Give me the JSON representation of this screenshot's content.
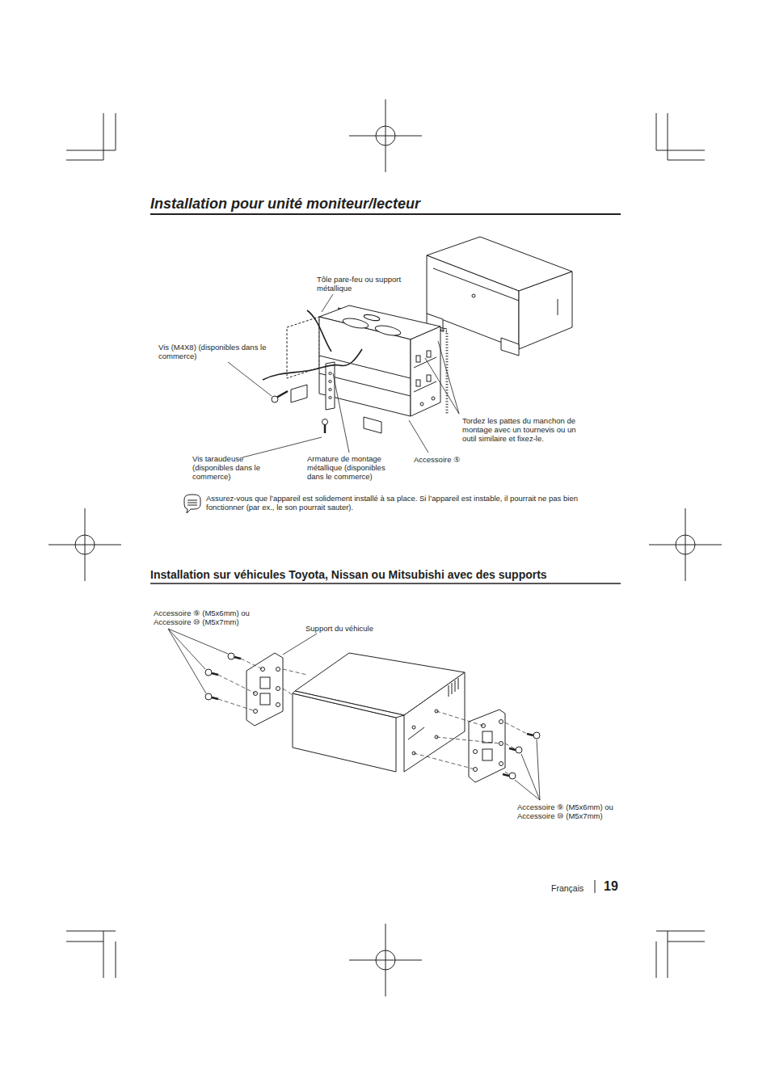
{
  "diagram": {
    "title": "Installation pour unité moniteur/lecteur",
    "labels": [
      "Tôle pare-feu ou support métallique",
      "Vis (M4X8) (disponibles dans le commerce)",
      "Tordez les pattes du manchon de montage avec un tournevis ou un outil similaire et fixez-le.",
      "Vis taraudeuse (disponibles dans le commerce)",
      "Armature de montage métallique (disponibles dans le commerce)",
      "Accessoire ⑤",
      "Assurez-vous que l’appareil est solidement installé à sa place. Si l’appareil est instable, il pourrait ne pas bien fonctionner (par ex., le son pourrait sauter).",
      "Installation sur véhicules Toyota, Nissan ou Mitsubishi avec des supports",
      "Accessoire ⑨ (M5x6mm) ou Accessoire ⑩ (M5x7mm)",
      "Support du véhicule",
      "Accessoire ⑨ (M5x6mm) ou Accessoire ⑩ (M5x7mm)",
      "Français",
      "19"
    ]
  }
}
